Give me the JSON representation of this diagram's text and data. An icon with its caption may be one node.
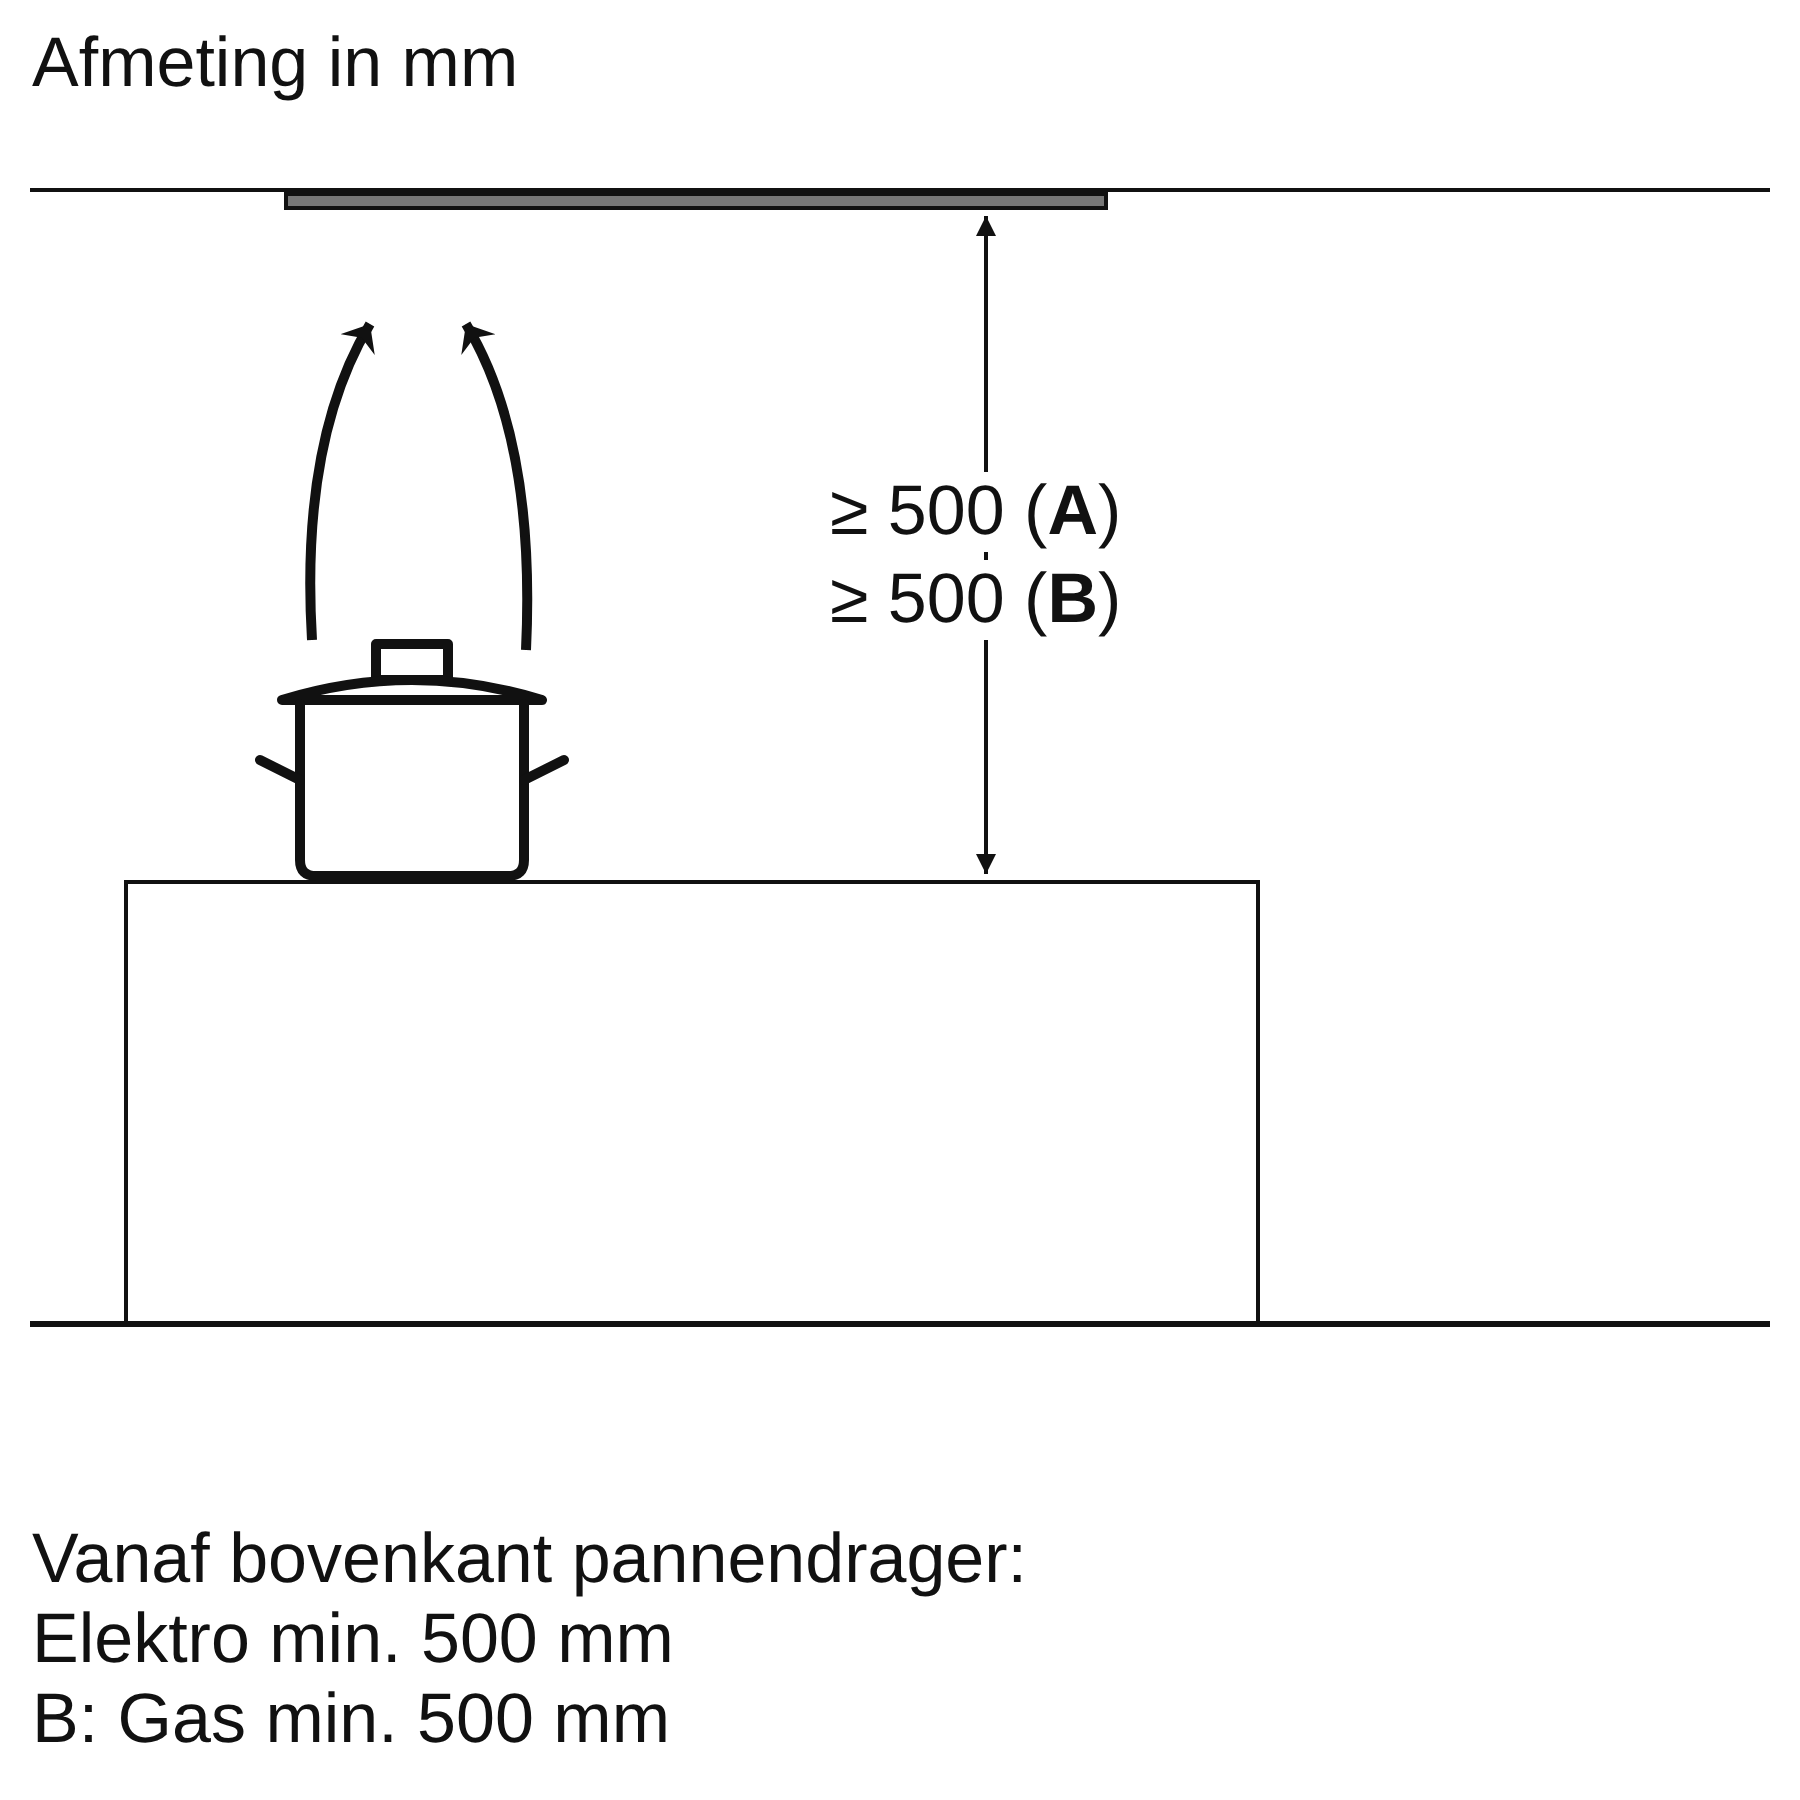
{
  "diagram": {
    "title": "Afmeting in mm",
    "nodes": [
      {
        "text": [],
        "shape": "box"
      }
    ],
    "labels": [
      "≥ 500 (**A**)",
      "≥ 500 (**B**)",
      "Vanaf bovenkant pannendrager:",
      "Elektro min. 500 mm",
      "B: Gas min. 500 mm"
    ]
  }
}
